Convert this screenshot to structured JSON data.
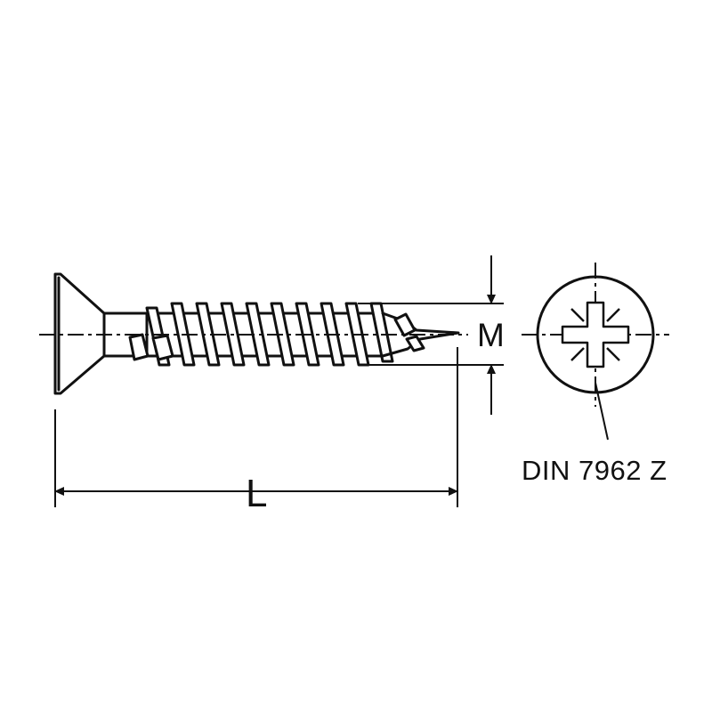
{
  "labels": {
    "length": "L",
    "diameter": "M",
    "standard": "DIN 7962 Z"
  },
  "drawing": {
    "icons": {
      "screw_side_view": "countersunk-screw-side-view-icon",
      "screw_head_top_view": "pozidriv-head-top-view-icon",
      "length_dimension": "length-dimension-arrow-icon",
      "diameter_dimension": "diameter-dimension-arrow-icon"
    },
    "thread_crest_count": 10
  }
}
